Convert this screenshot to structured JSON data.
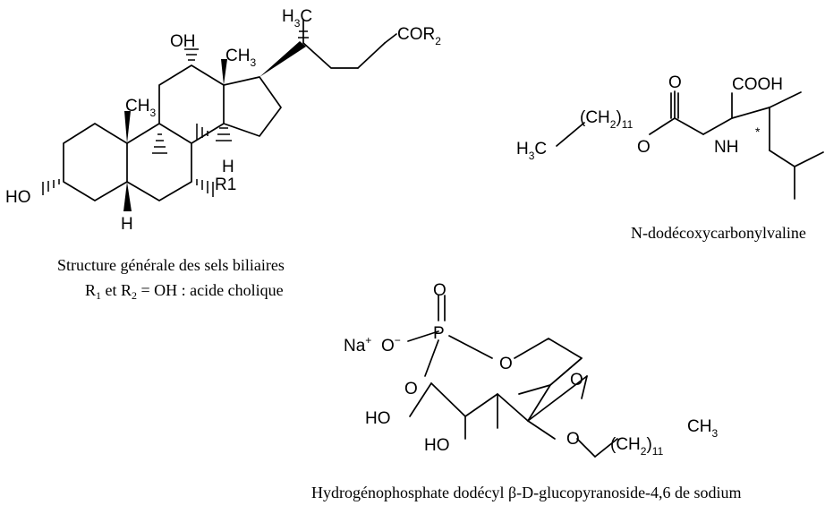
{
  "structures": {
    "bile_salts": {
      "caption_line1": "Structure générale des sels biliaires",
      "caption_line2_r1": "R",
      "caption_line2_r1_sub": "1",
      "caption_line2_mid": " et R",
      "caption_line2_r2_sub": "2",
      "caption_line2_rest": " = OH : acide cholique",
      "labels": {
        "H": "H",
        "C": "C",
        "sub3": "3",
        "CH": "CH",
        "OH": "OH",
        "COR": "COR",
        "sub2": "2",
        "HO": "HO",
        "R1": "R1"
      }
    },
    "valine": {
      "caption": "N-dodécoxycarbonylvaline",
      "labels": {
        "H": "H",
        "sub3": "3",
        "C": "C",
        "CH": "(CH",
        "sub2": "2",
        "paren": ")",
        "sub11": "11",
        "O": "O",
        "NH": "NH",
        "COOH": "COOH",
        "star": "*"
      }
    },
    "phosphate": {
      "caption": "Hydrogénophosphate dodécyl β-D-glucopyranoside-4,6 de sodium",
      "labels": {
        "Na": "Na",
        "plus": "+",
        "O": "O",
        "minus": "−",
        "P": "P",
        "HO": "HO",
        "CH": "(CH",
        "sub2": "2",
        "paren": ")",
        "sub11": "11",
        "CH3": "CH",
        "sub3": "3"
      }
    }
  }
}
